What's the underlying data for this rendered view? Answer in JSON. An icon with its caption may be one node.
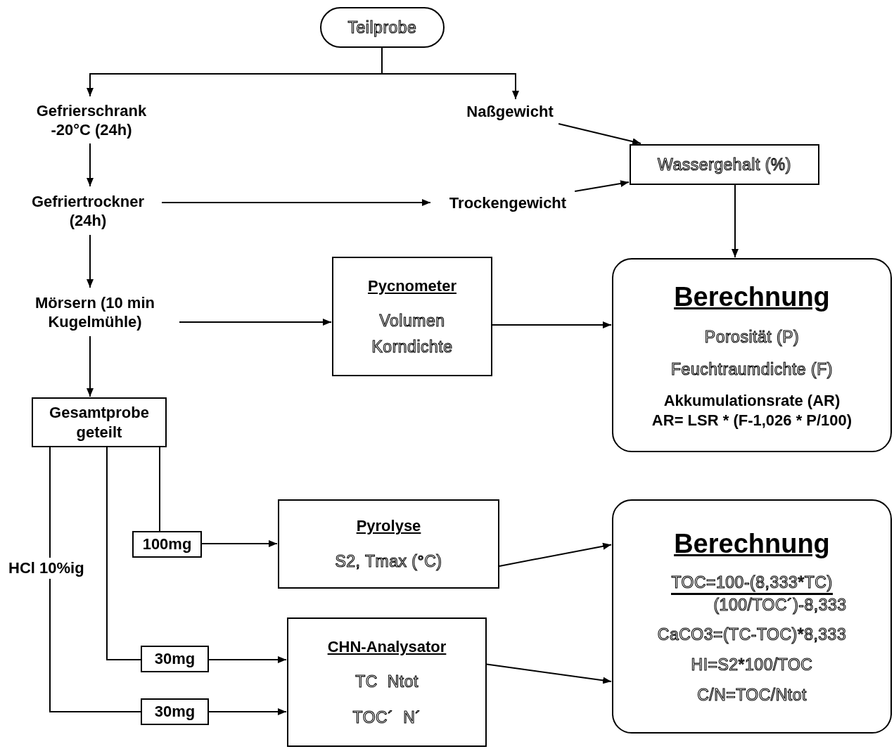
{
  "diagram": {
    "nodes": [
      {
        "text": [
          "Teilprobe"
        ]
      },
      {
        "text": [
          "Gefrierschrank -20°C (24h)"
        ]
      },
      {
        "text": [
          "Naßgewicht"
        ]
      },
      {
        "text": [
          "Wassergehalt (%)"
        ]
      },
      {
        "text": [
          "Gefriertrockner (24h)"
        ]
      },
      {
        "text": [
          "Trockengewicht"
        ]
      },
      {
        "text": [
          "Mörsern (10 min Kugelmühle)"
        ]
      },
      {
        "text": [
          "Pycnometer",
          "Volumen",
          "Korndichte"
        ]
      },
      {
        "text": [
          "Berechnung",
          "Porosität (P)",
          "Feuchtraumdichte (F)",
          "Akkumulationsrate (AR)",
          "AR= LSR * (F-1,026 * P/100)"
        ]
      },
      {
        "text": [
          "Gesamtprobe geteilt"
        ]
      },
      {
        "text": [
          "100mg"
        ]
      },
      {
        "text": [
          "Pyrolyse",
          "S2, Tmax (°C)"
        ]
      },
      {
        "text": [
          "30mg"
        ]
      },
      {
        "text": [
          "30mg"
        ]
      },
      {
        "text": [
          "CHN-Analysator",
          "TC  Ntot",
          "TOC´  N´"
        ]
      },
      {
        "text": [
          "Berechnung",
          "TOC=100-(8,333*TC)",
          "(100/TOC´)-8,333",
          "CaCO3=(TC-TOC)*8,333",
          "HI=S2*100/TOC",
          "C/N=TOC/Ntot"
        ]
      }
    ],
    "edges": [
      {
        "from": 0,
        "to": 1,
        "arrow": "to"
      },
      {
        "from": 0,
        "to": 2,
        "arrow": "to"
      },
      {
        "from": 1,
        "to": 4,
        "arrow": "to"
      },
      {
        "from": 2,
        "to": 3,
        "arrow": "to"
      },
      {
        "from": 5,
        "to": 3,
        "arrow": "to"
      },
      {
        "from": 4,
        "to": 5,
        "arrow": "to"
      },
      {
        "from": 3,
        "to": 8,
        "arrow": "to"
      },
      {
        "from": 4,
        "to": 6,
        "arrow": "to"
      },
      {
        "from": 6,
        "to": 7,
        "arrow": "to"
      },
      {
        "from": 7,
        "to": 8,
        "arrow": "to"
      },
      {
        "from": 6,
        "to": 9,
        "arrow": "to"
      },
      {
        "from": 9,
        "to": 10,
        "arrow": "none"
      },
      {
        "from": 9,
        "to": 12,
        "arrow": "none"
      },
      {
        "from": 9,
        "to": 13,
        "arrow": "none",
        "label": "HCl 10%ig"
      },
      {
        "from": 10,
        "to": 11,
        "arrow": "to"
      },
      {
        "from": 12,
        "to": 14,
        "arrow": "to"
      },
      {
        "from": 13,
        "to": 14,
        "arrow": "to"
      },
      {
        "from": 11,
        "to": 15,
        "arrow": "to"
      },
      {
        "from": 14,
        "to": 15,
        "arrow": "to"
      }
    ]
  }
}
